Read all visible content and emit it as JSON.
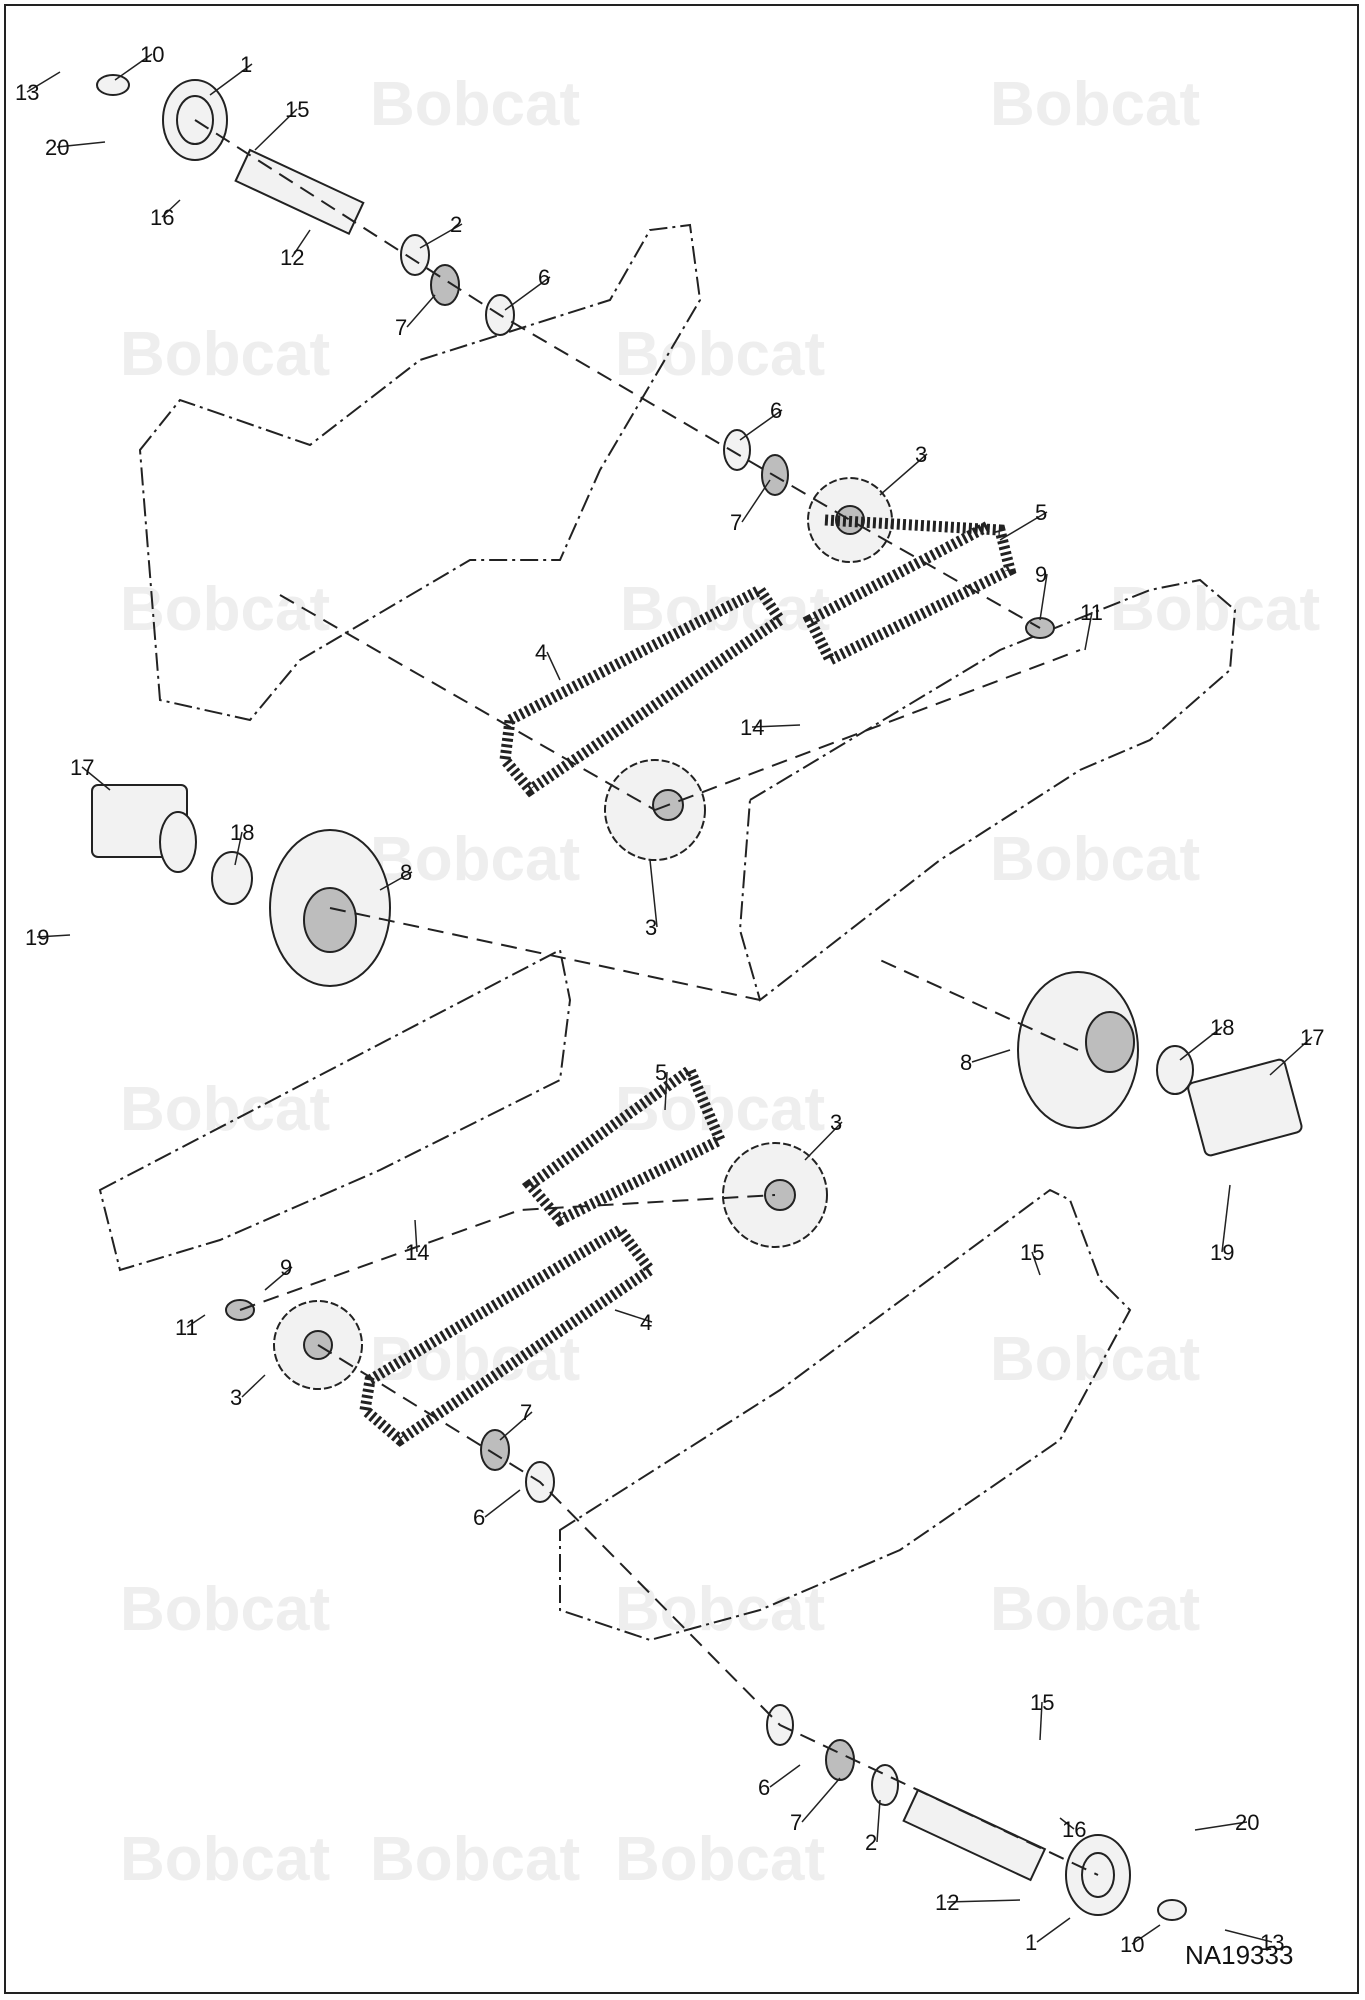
{
  "document_id": "NA19333",
  "watermark": {
    "text": "Bobcat",
    "color": "#eeeeee"
  },
  "callouts": [
    "1",
    "2",
    "3",
    "4",
    "5",
    "6",
    "7",
    "8",
    "9",
    "10",
    "11",
    "12",
    "13",
    "14",
    "15",
    "16",
    "17",
    "18",
    "19",
    "20"
  ],
  "colors": {
    "line": "#222222",
    "part_fill": "#f2f2f2",
    "dark_fill": "#bdbdbd"
  }
}
